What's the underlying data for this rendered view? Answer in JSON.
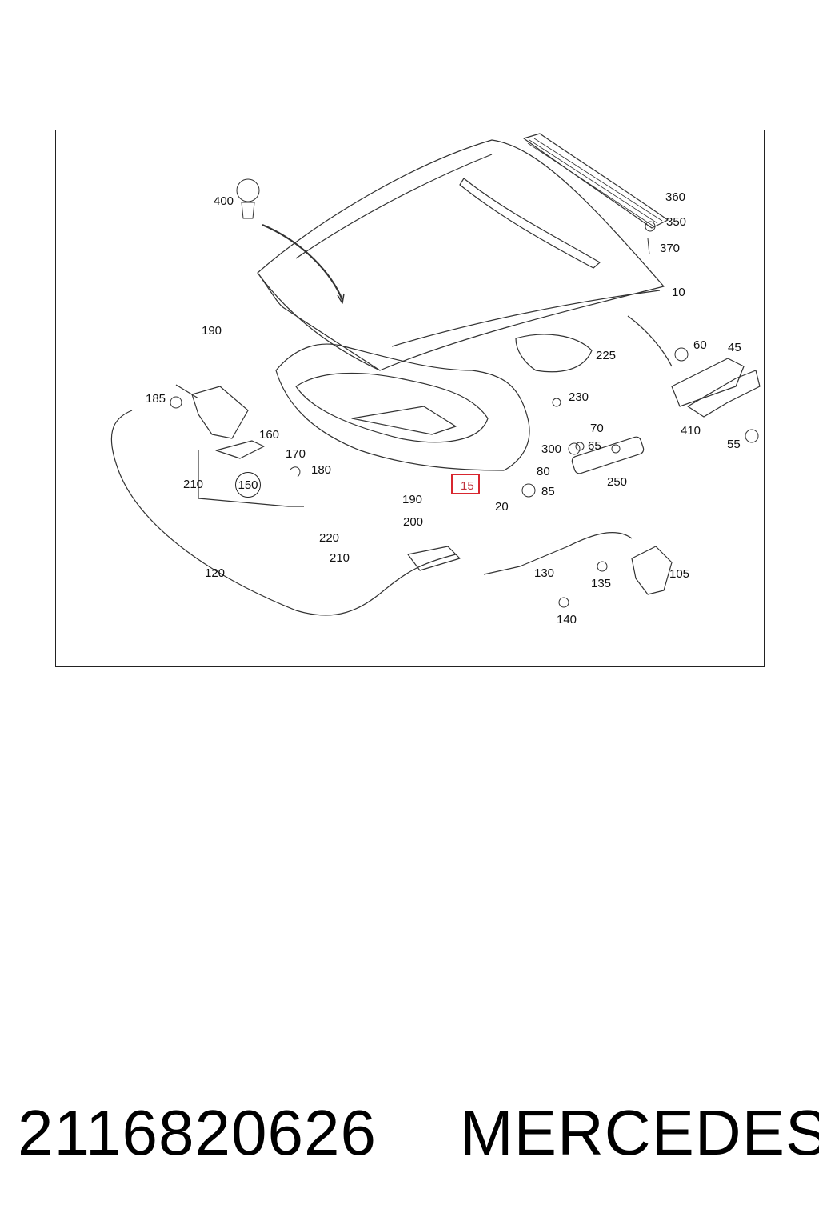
{
  "diagram": {
    "callouts": [
      {
        "id": "400",
        "text": "400"
      },
      {
        "id": "360",
        "text": "360"
      },
      {
        "id": "350",
        "text": "350"
      },
      {
        "id": "370",
        "text": "370"
      },
      {
        "id": "10",
        "text": "10"
      },
      {
        "id": "190a",
        "text": "190"
      },
      {
        "id": "225",
        "text": "225"
      },
      {
        "id": "60",
        "text": "60"
      },
      {
        "id": "45",
        "text": "45"
      },
      {
        "id": "185",
        "text": "185"
      },
      {
        "id": "230",
        "text": "230"
      },
      {
        "id": "410",
        "text": "410"
      },
      {
        "id": "160",
        "text": "160"
      },
      {
        "id": "70",
        "text": "70"
      },
      {
        "id": "55",
        "text": "55"
      },
      {
        "id": "300",
        "text": "300"
      },
      {
        "id": "65",
        "text": "65"
      },
      {
        "id": "170",
        "text": "170"
      },
      {
        "id": "180",
        "text": "180"
      },
      {
        "id": "80",
        "text": "80"
      },
      {
        "id": "250",
        "text": "250"
      },
      {
        "id": "210a",
        "text": "210"
      },
      {
        "id": "150",
        "text": "150"
      },
      {
        "id": "15",
        "text": "15"
      },
      {
        "id": "85",
        "text": "85"
      },
      {
        "id": "190b",
        "text": "190"
      },
      {
        "id": "20",
        "text": "20"
      },
      {
        "id": "200",
        "text": "200"
      },
      {
        "id": "220",
        "text": "220"
      },
      {
        "id": "210b",
        "text": "210"
      },
      {
        "id": "120",
        "text": "120"
      },
      {
        "id": "130",
        "text": "130"
      },
      {
        "id": "105",
        "text": "105"
      },
      {
        "id": "135",
        "text": "135"
      },
      {
        "id": "140",
        "text": "140"
      }
    ]
  },
  "footer": {
    "part_number": "2116820626",
    "brand": "MERCEDES"
  },
  "colors": {
    "highlight": "#d8262f",
    "line": "#222222"
  }
}
